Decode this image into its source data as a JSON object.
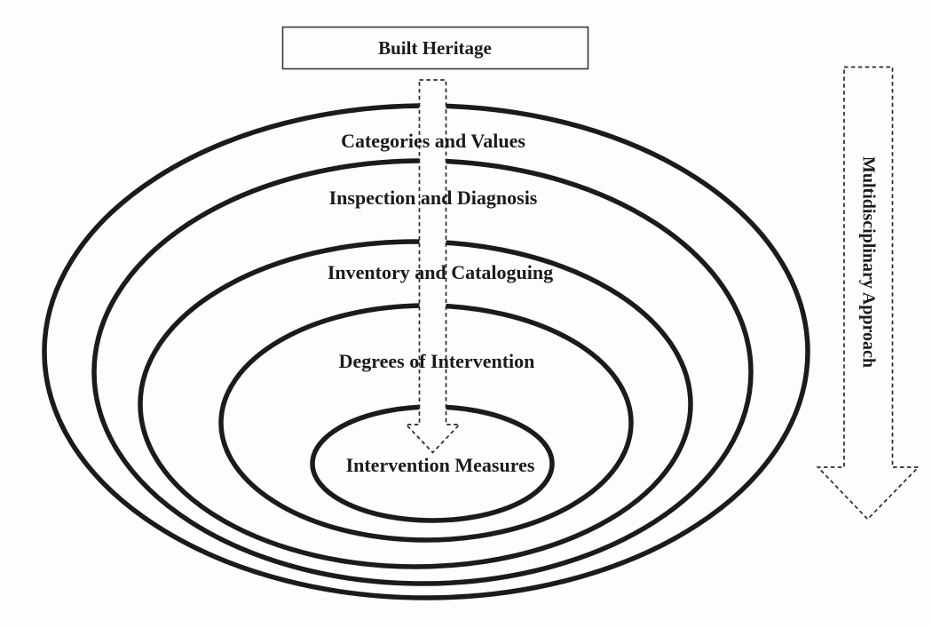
{
  "diagram": {
    "title_box": {
      "label": "Built Heritage"
    },
    "rings": [
      {
        "label": "Categories and Values"
      },
      {
        "label": "Inspection and Diagnosis"
      },
      {
        "label": "Inventory and Cataloguing"
      },
      {
        "label": "Degrees of Intervention"
      },
      {
        "label": "Intervention Measures"
      }
    ],
    "side_arrow": {
      "label": "Multidisciplinary Approach"
    },
    "colors": {
      "ink": "#1b1b1b",
      "background": "#fdfdfb"
    }
  }
}
